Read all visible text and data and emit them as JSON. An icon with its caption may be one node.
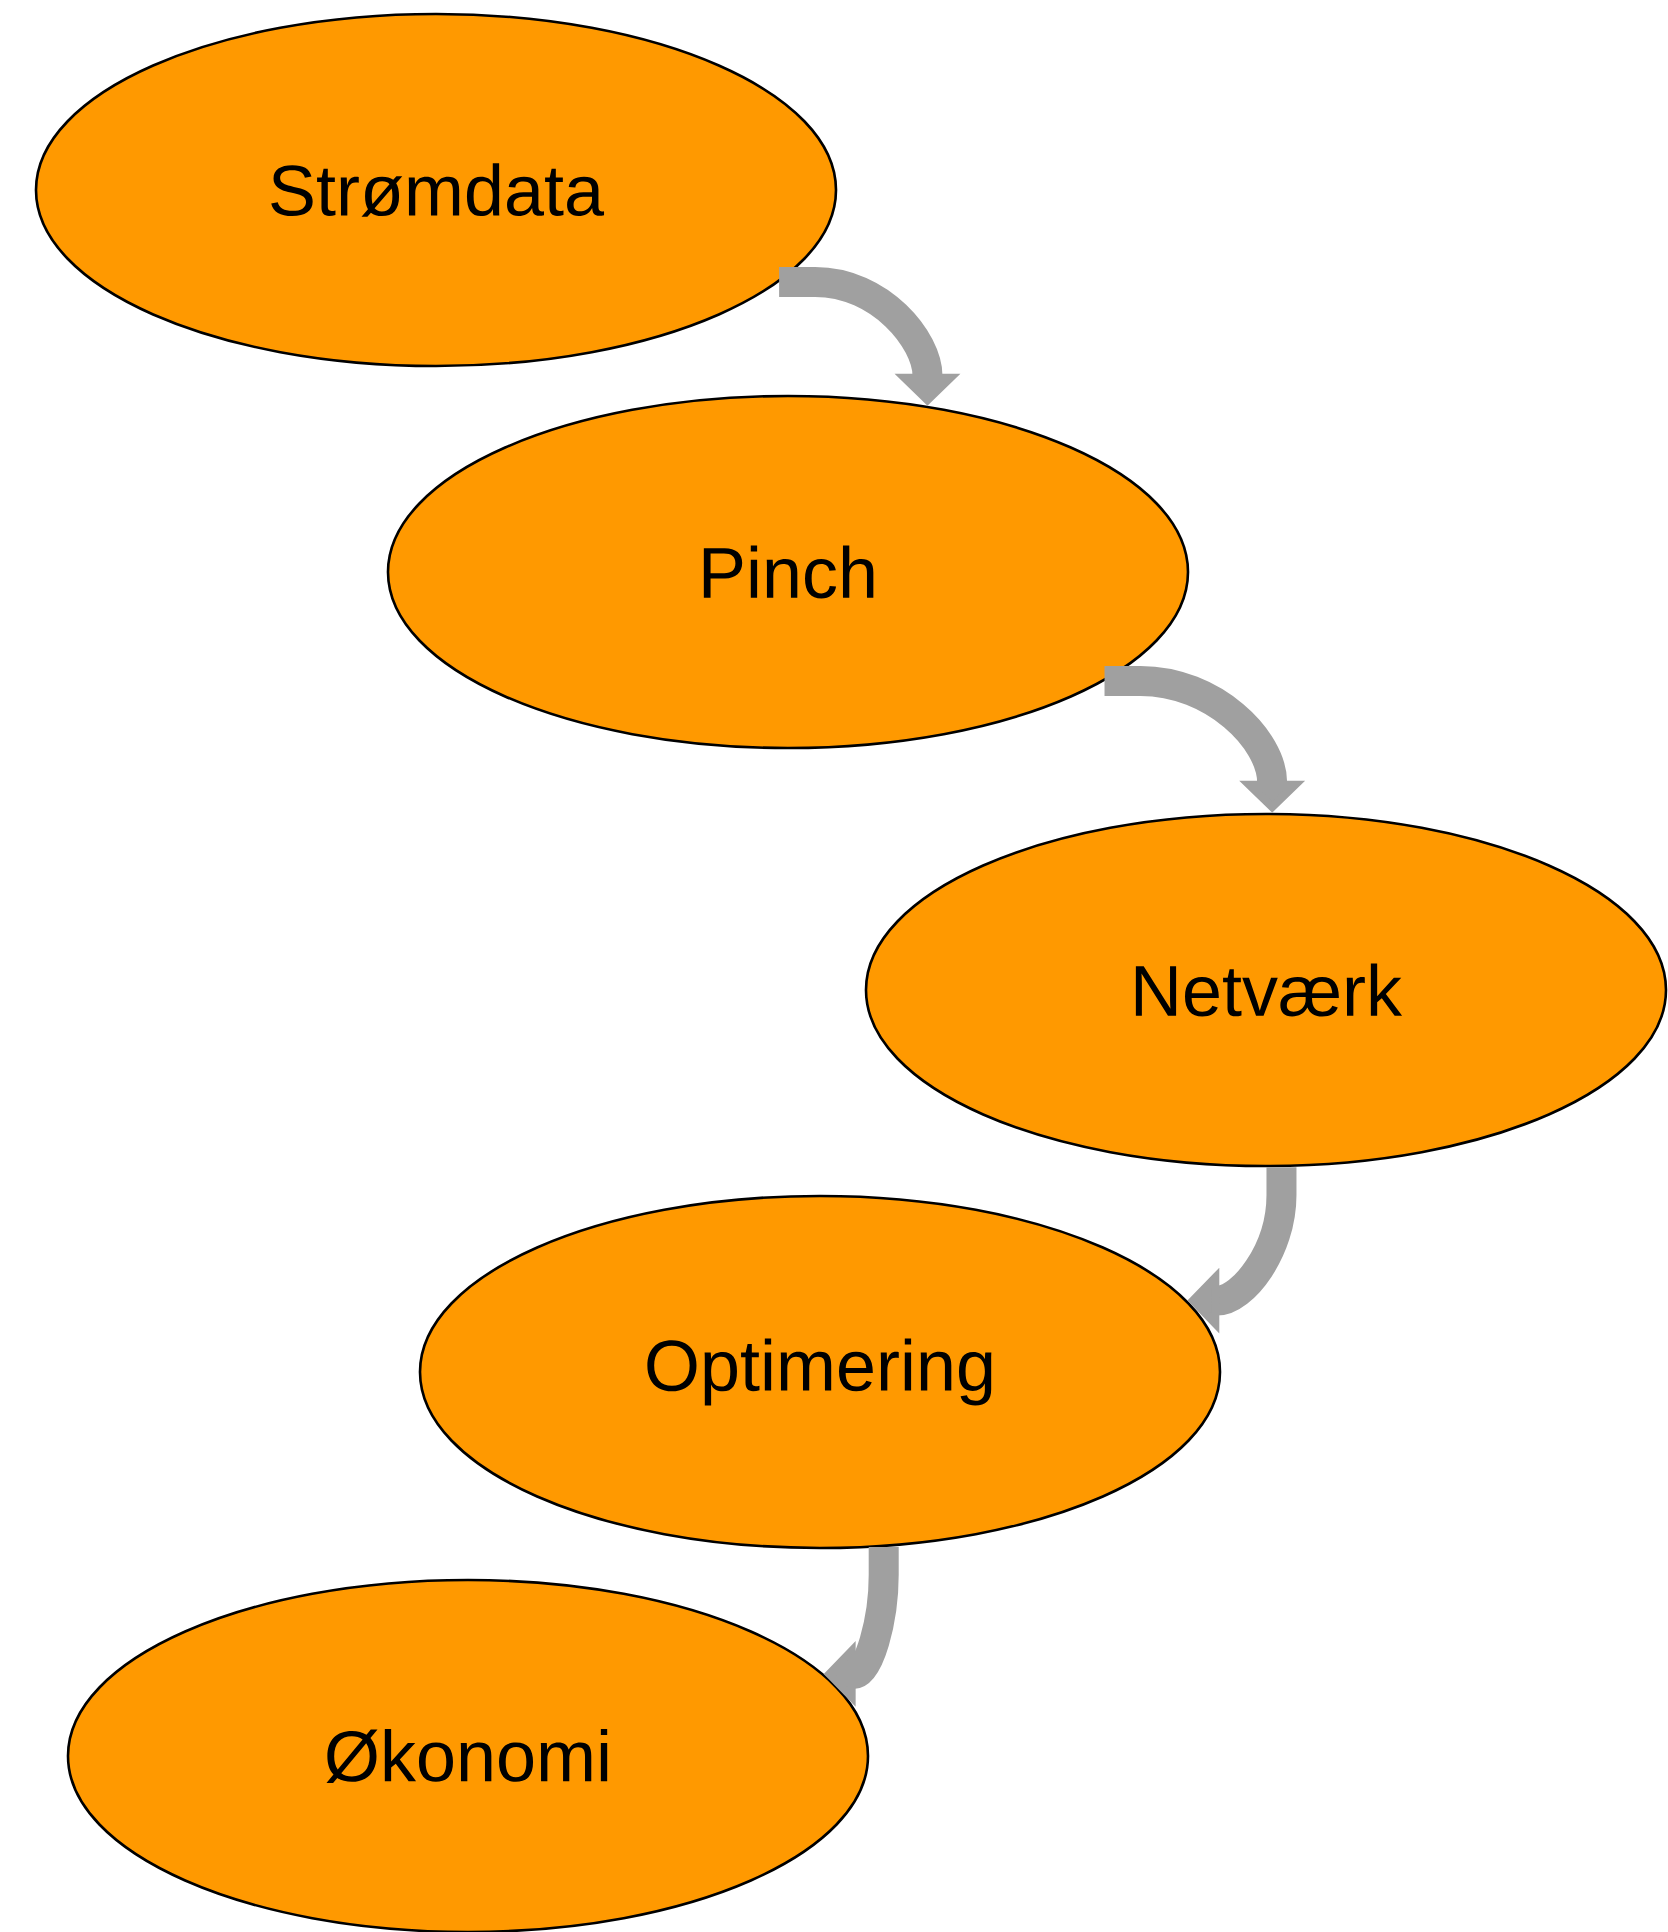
{
  "diagram": {
    "nodes": [
      {
        "text": [
          "Strømdata"
        ]
      },
      {
        "text": [
          "Pinch"
        ]
      },
      {
        "text": [
          "Netværk"
        ]
      },
      {
        "text": [
          "Optimering"
        ]
      },
      {
        "text": [
          "Økonomi"
        ]
      }
    ],
    "edges": [
      {
        "from": 0,
        "to": 1,
        "arrow": "to"
      },
      {
        "from": 1,
        "to": 2,
        "arrow": "to"
      },
      {
        "from": 2,
        "to": 3,
        "arrow": "to"
      },
      {
        "from": 3,
        "to": 4,
        "arrow": "to"
      }
    ]
  }
}
